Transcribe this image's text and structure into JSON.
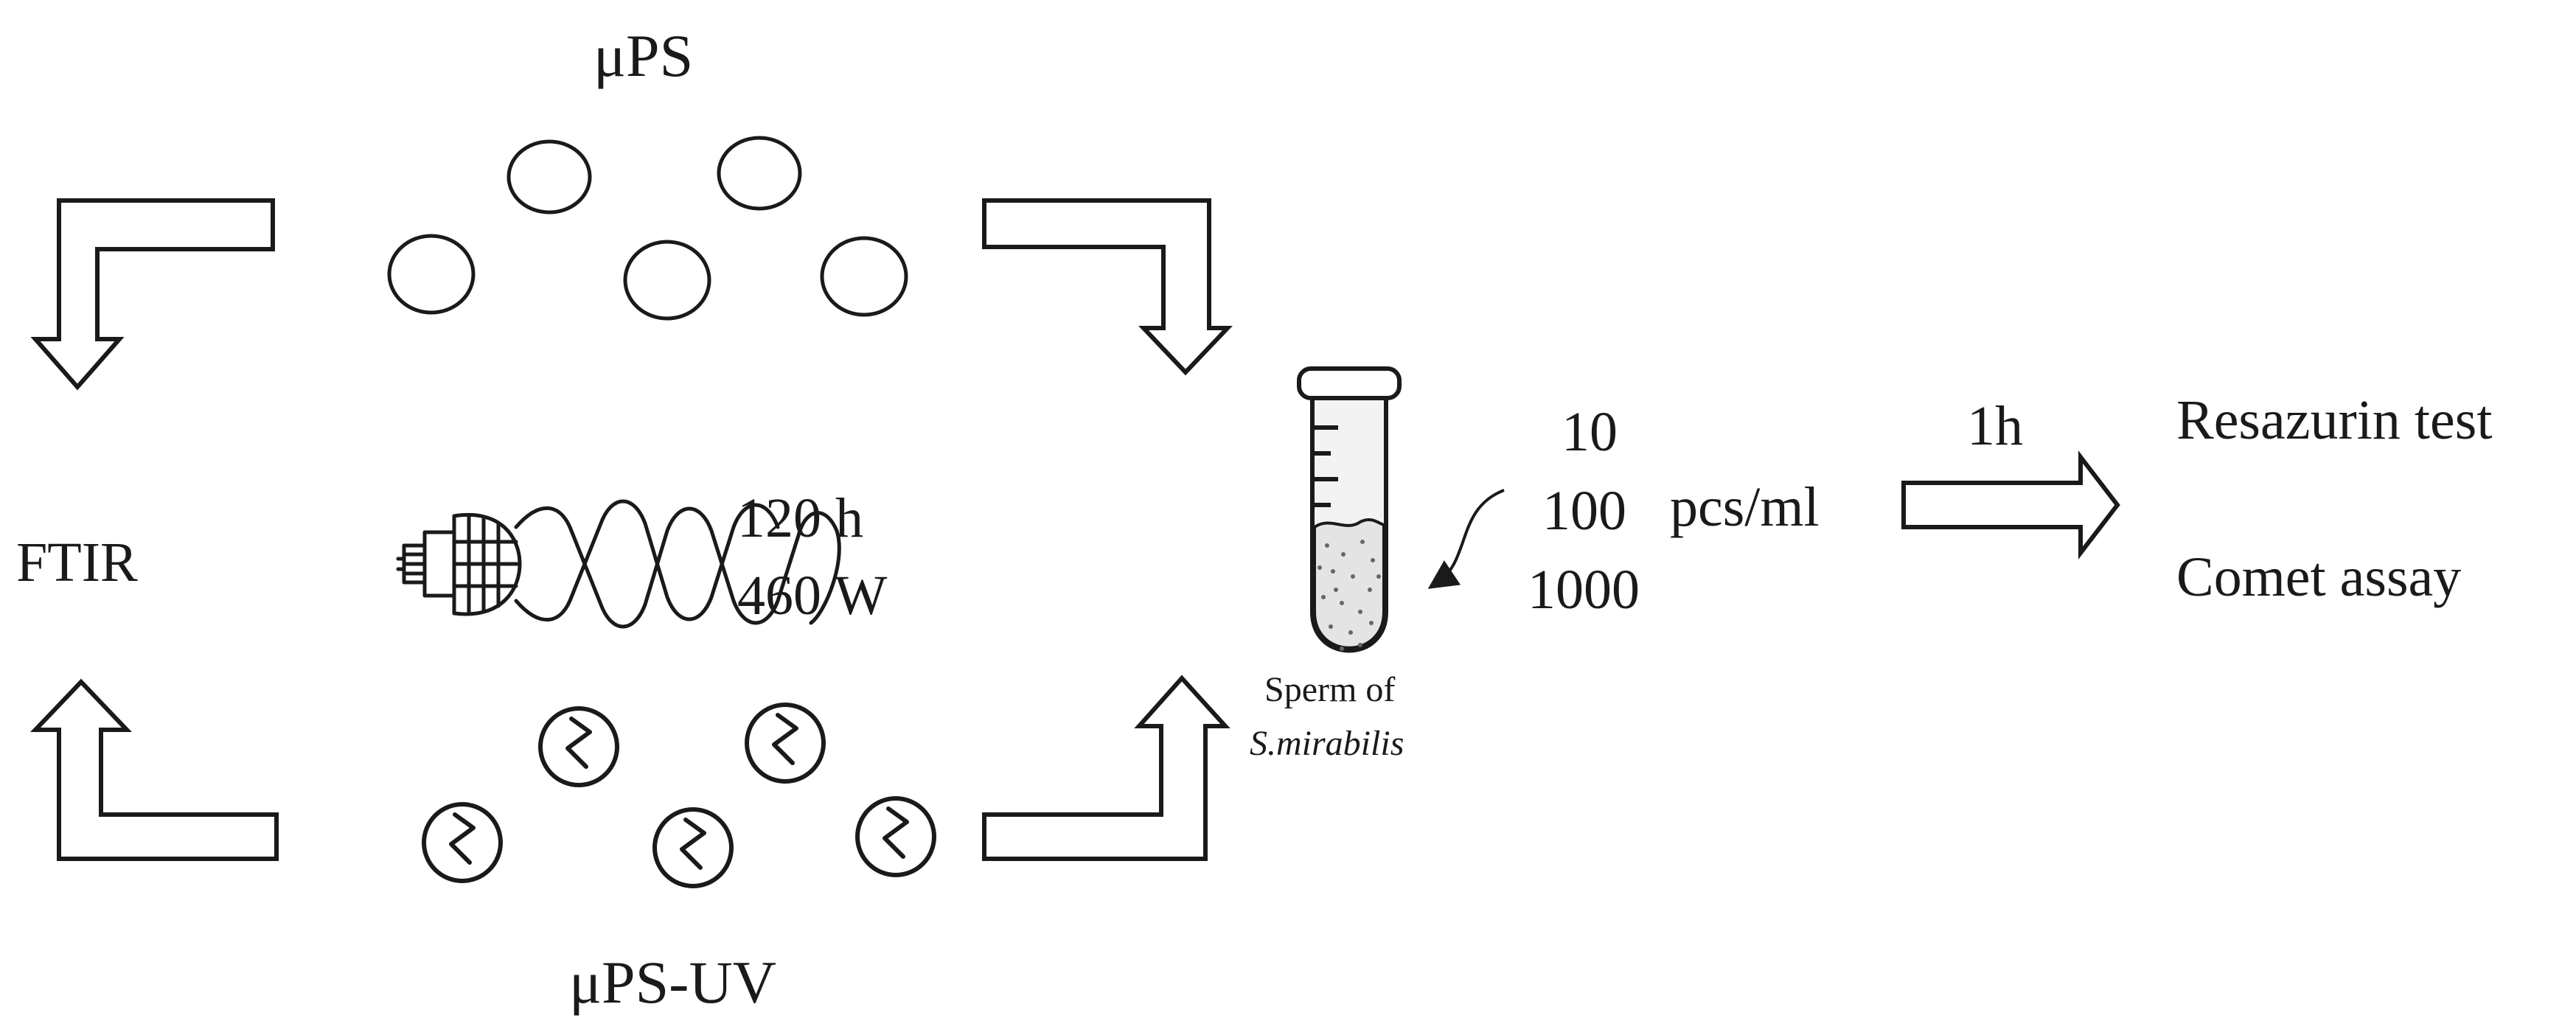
{
  "labels": {
    "mups": "μPS",
    "mups_uv": "μPS-UV",
    "ftir": "FTIR",
    "uv_time": "120 h",
    "uv_power": "460 W",
    "sperm_line1": "Sperm of",
    "sperm_line2": "S.mirabilis",
    "conc_10": "10",
    "conc_100": "100",
    "conc_1000": "1000",
    "conc_unit": "pcs/ml",
    "duration": "1h",
    "test_resazurin": "Resazurin test",
    "test_comet": "Comet assay"
  },
  "icons": {
    "particle": "plain-circle-icon",
    "uv_particle": "weathered-particle-icon",
    "uv_lamp": "spiral-uv-lamp-icon",
    "tube": "test-tube-icon"
  },
  "colors": {
    "stroke": "#1a1a1a",
    "background": "#ffffff"
  }
}
